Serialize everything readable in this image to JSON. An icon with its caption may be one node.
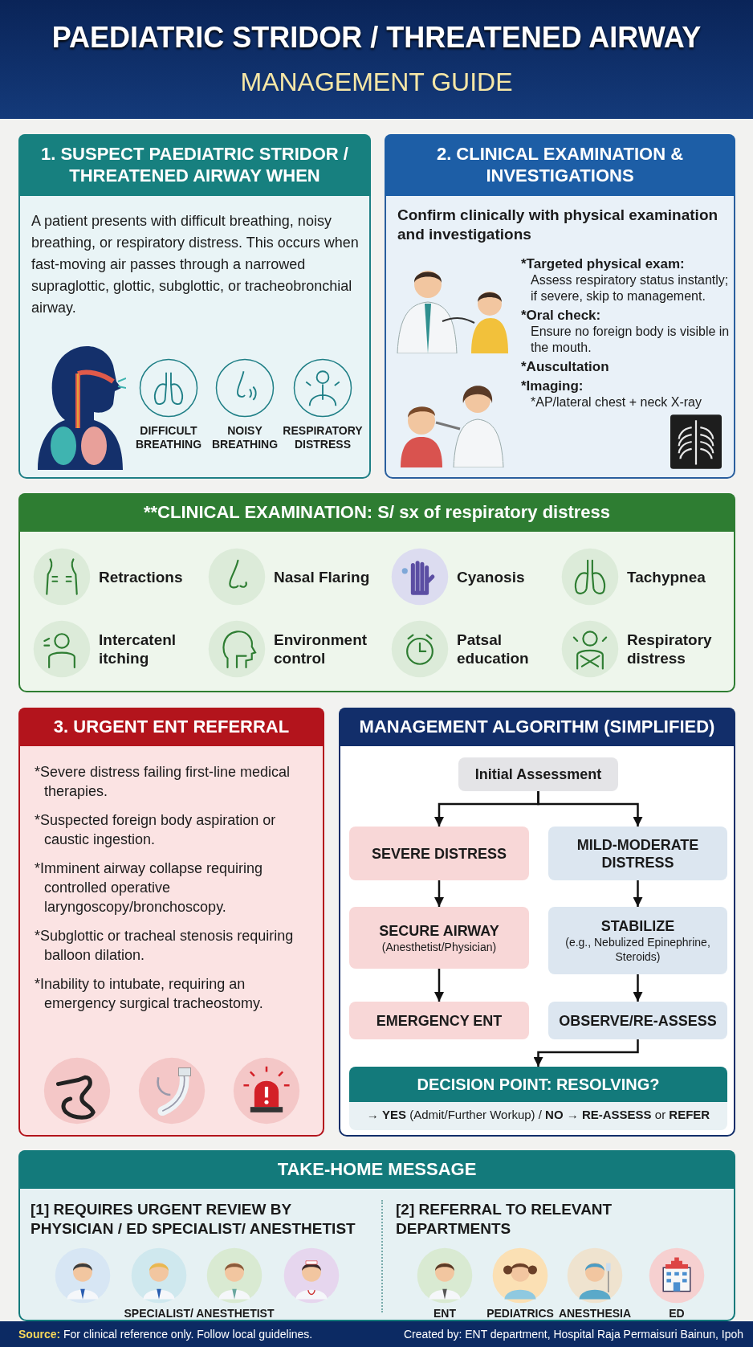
{
  "diagram": {
    "title": "PAEDIATRIC STRIDOR / THREATENED AIRWAY",
    "caption": "**Source:** For clinical reference only. Follow local guidelines.",
    "nodes": [
      {
        "text": [
          "1. SUSPECT PAEDIATRIC STRIDOR / THREATENED AIRWAY WHEN",
          "A patient presents with difficult breathing, noisy breathing, or respiratory distress. This occurs when fast-moving air passes through a narrowed supraglottic, glottic, subglottic, or tracheobronchial airway."
        ]
      },
      {
        "text": [
          "2. CLINICAL EXAMINATION & INVESTIGATIONS",
          "Confirm clinically with physical examination and investigations",
          "*Targeted physical exam:",
          "Assess respiratory status instantly; if severe, skip to management.",
          "*Oral check:",
          "Ensure no foreign body is visible in the mouth.",
          "*Auscultation",
          "*Imaging:",
          "*AP/lateral chest + neck X-ray"
        ]
      },
      {
        "text": [
          "**CLINICAL EXAMINATION: S/ sx of respiratory distress"
        ]
      },
      {
        "text": [
          "Retractions"
        ],
        "in": 2
      },
      {
        "text": [
          "Nasal Flaring"
        ],
        "in": 2
      },
      {
        "text": [
          "Cyanosis"
        ],
        "in": 2
      },
      {
        "text": [
          "Tachypnea"
        ],
        "in": 2
      },
      {
        "text": [
          "Intercatenl itching"
        ],
        "in": 2
      },
      {
        "text": [
          "Environment control"
        ],
        "in": 2
      },
      {
        "text": [
          "Patsal education"
        ],
        "in": 2
      },
      {
        "text": [
          "Respiratory distress"
        ],
        "in": 2
      },
      {
        "text": [
          "3. URGENT ENT REFERRAL",
          "*Severe distress failing first-line medical therapies.",
          "*Suspected foreign body aspiration or caustic ingestion.",
          "*Imminent airway collapse requiring controlled operative laryngoscopy/bronchoscopy.",
          "*Subglottic or tracheal stenosis requiring balloon dilation.",
          "*Inability to intubate, requiring an emergency surgical tracheostomy."
        ]
      },
      {
        "text": [
          "MANAGEMENT ALGORITHM (SIMPLIFIED)"
        ]
      },
      {
        "text": [
          "Initial Assessment"
        ],
        "in": 12
      },
      {
        "text": [
          "SEVERE DISTRESS"
        ],
        "in": 12
      },
      {
        "text": [
          "MILD-MODERATE DISTRESS"
        ],
        "in": 12
      },
      {
        "text": [
          "SECURE AIRWAY",
          "(Anesthetist/Physician)"
        ],
        "in": 12
      },
      {
        "text": [
          "STABILIZE",
          "(e.g., Nebulized Epinephrine, Steroids)"
        ],
        "in": 12
      },
      {
        "text": [
          "EMERGENCY ENT"
        ],
        "in": 12
      },
      {
        "text": [
          "OBSERVE/RE-ASSESS"
        ],
        "in": 12
      },
      {
        "text": [
          "DECISION POINT: RESOLVING?",
          "→ **YES** (Admit/Further Workup) / **NO** → **RE-ASSESS** or **REFER**"
        ],
        "in": 12
      },
      {
        "text": [
          "TAKE-HOME MESSAGE",
          "[1] REQUIRES URGENT REVIEW BY PHYSICIAN / ED SPECIALIST/ ANESTHETIST",
          "[2] REFERRAL TO RELEVANT DEPARTMENTS"
        ]
      }
    ],
    "edges": [
      {
        "from": 13,
        "to": 14,
        "arrow": "to"
      },
      {
        "from": 13,
        "to": 15,
        "arrow": "to"
      },
      {
        "from": 14,
        "to": 16,
        "arrow": "to"
      },
      {
        "from": 16,
        "to": 18,
        "arrow": "to"
      },
      {
        "from": 15,
        "to": 17,
        "arrow": "to"
      },
      {
        "from": 17,
        "to": 19,
        "arrow": "to"
      },
      {
        "from": 19,
        "to": 20,
        "arrow": "to"
      }
    ],
    "labels": [
      "MANAGEMENT GUIDE",
      "DIFFICULT BREATHING",
      "NOISY BREATHING",
      "RESPIRATORY DISTRESS",
      "SPECIALIST/ ANESTHETIST",
      "ENT",
      "PEDIATRICS",
      "ANESTHESIA",
      "ED",
      "Created by: ENT department, Hospital Raja Permaisuri Bainun, Ipoh"
    ]
  }
}
